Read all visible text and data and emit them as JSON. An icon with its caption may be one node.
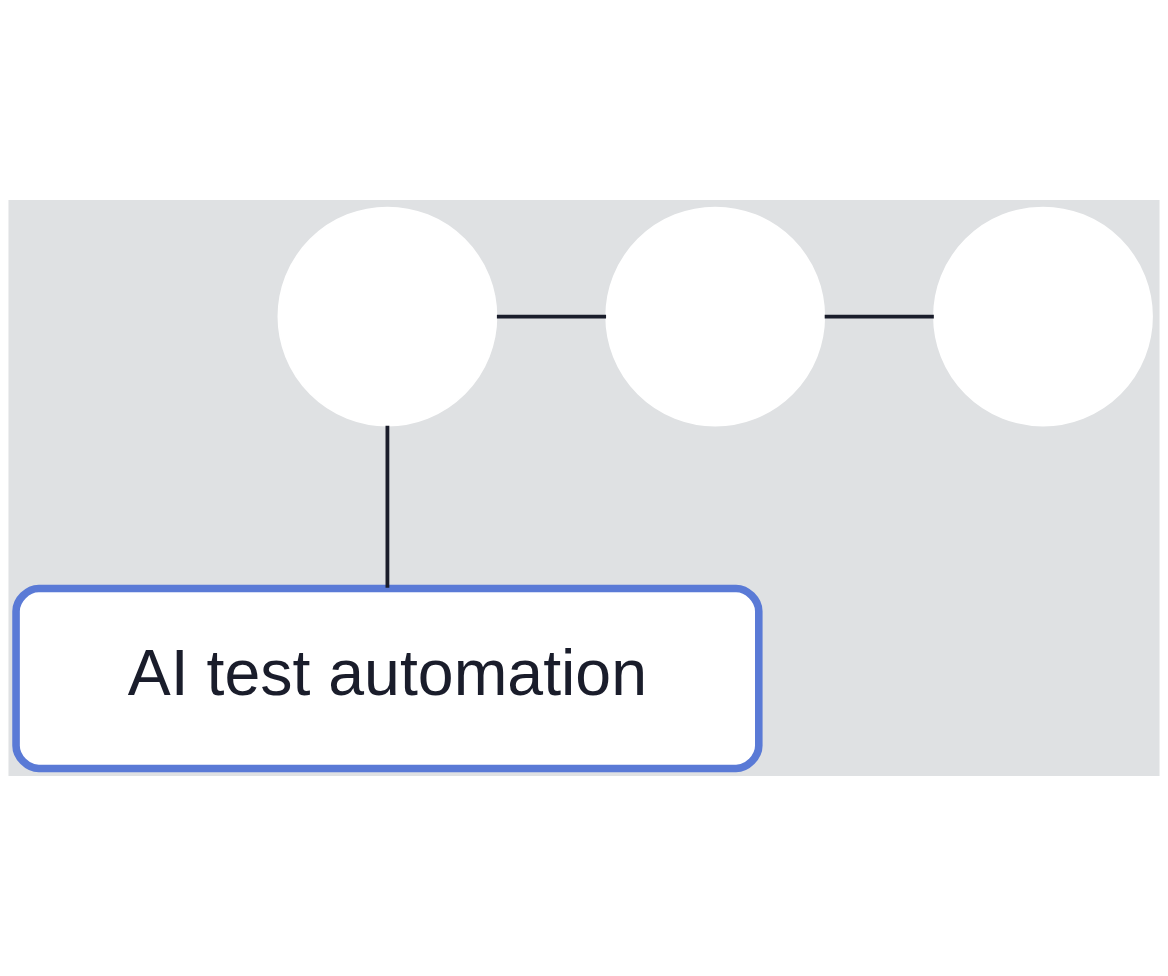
{
  "diagram": {
    "nodes": [
      {
        "text": [],
        "shape": "circle"
      },
      {
        "text": [],
        "shape": "circle"
      },
      {
        "text": [],
        "shape": "circle"
      },
      {
        "text": [
          "AI test automation"
        ]
      }
    ],
    "edges": [
      {
        "from": 0,
        "to": 1,
        "arrow": "none"
      },
      {
        "from": 1,
        "to": 2,
        "arrow": "none"
      },
      {
        "from": 0,
        "to": 3,
        "arrow": "none"
      }
    ]
  }
}
